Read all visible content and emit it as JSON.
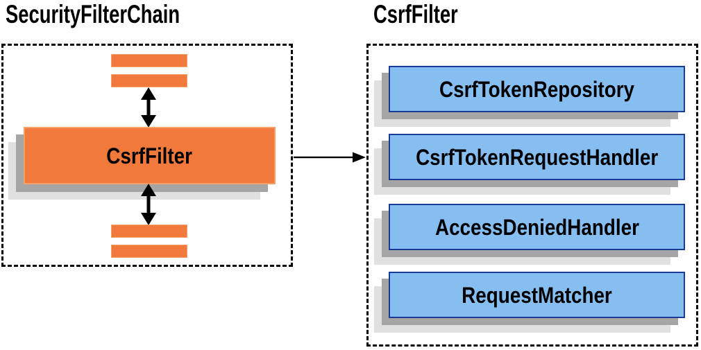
{
  "left_panel": {
    "title": "SecurityFilterChain",
    "node_label": "CsrfFilter"
  },
  "right_panel": {
    "title": "CsrfFilter",
    "components": {
      "0": "CsrfTokenRepository",
      "1": "CsrfTokenRequestHandler",
      "2": "AccessDeniedHandler",
      "3": "RequestMatcher"
    }
  },
  "colors": {
    "orange-fill": "#F0793B",
    "orange-border": "#F5A069",
    "blue-fill": "#86BEF2",
    "blue-border": "#1A3C96",
    "shadow-dark": "#A5A5A5",
    "shadow-light": "#E0E0E0",
    "arrow": "#000000",
    "dash-border": "#000000"
  }
}
